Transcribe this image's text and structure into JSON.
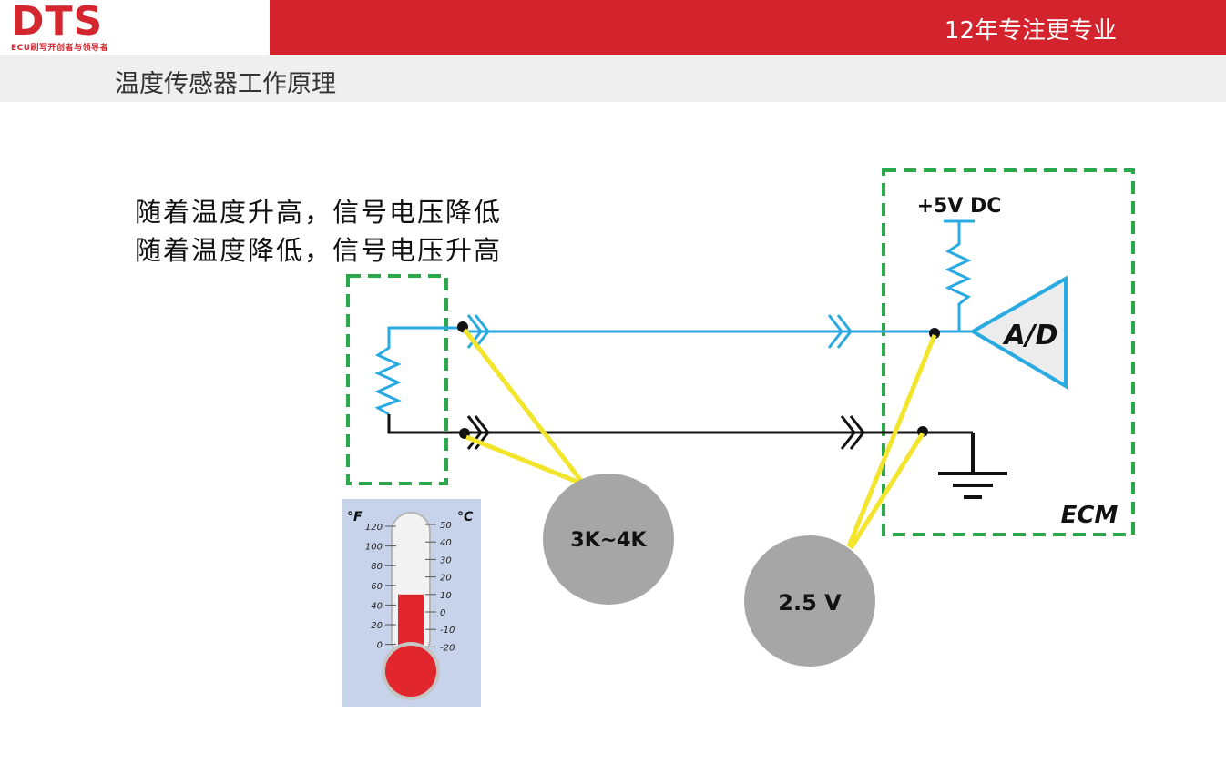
{
  "header": {
    "logo": "DTS",
    "logo_tagline": "ECU刷写开创者与领导者",
    "slogan": "12年专注更专业",
    "page_title": "温度传感器工作原理"
  },
  "description": {
    "line1": "随着温度升高，信号电压降低",
    "line2": "随着温度降低，信号电压升高"
  },
  "diagram": {
    "supply_label": "+5V DC",
    "converter_label": "A/D",
    "module_label": "ECM",
    "resistance_reading": "3K~4K",
    "voltage_reading": "2.5 V",
    "colors": {
      "signal_wire": "#29aae1",
      "ground_wire": "#111111",
      "probe": "#f2e52b",
      "boundary": "#2aa84a",
      "meter": "#a6a6a6"
    }
  },
  "thermometer": {
    "f_unit": "°F",
    "c_unit": "°C",
    "f_ticks": [
      "120",
      "100",
      "80",
      "60",
      "40",
      "20",
      "0"
    ],
    "c_ticks": [
      "50",
      "40",
      "30",
      "20",
      "10",
      "0",
      "-10",
      "-20"
    ],
    "reading_celsius": 10
  }
}
